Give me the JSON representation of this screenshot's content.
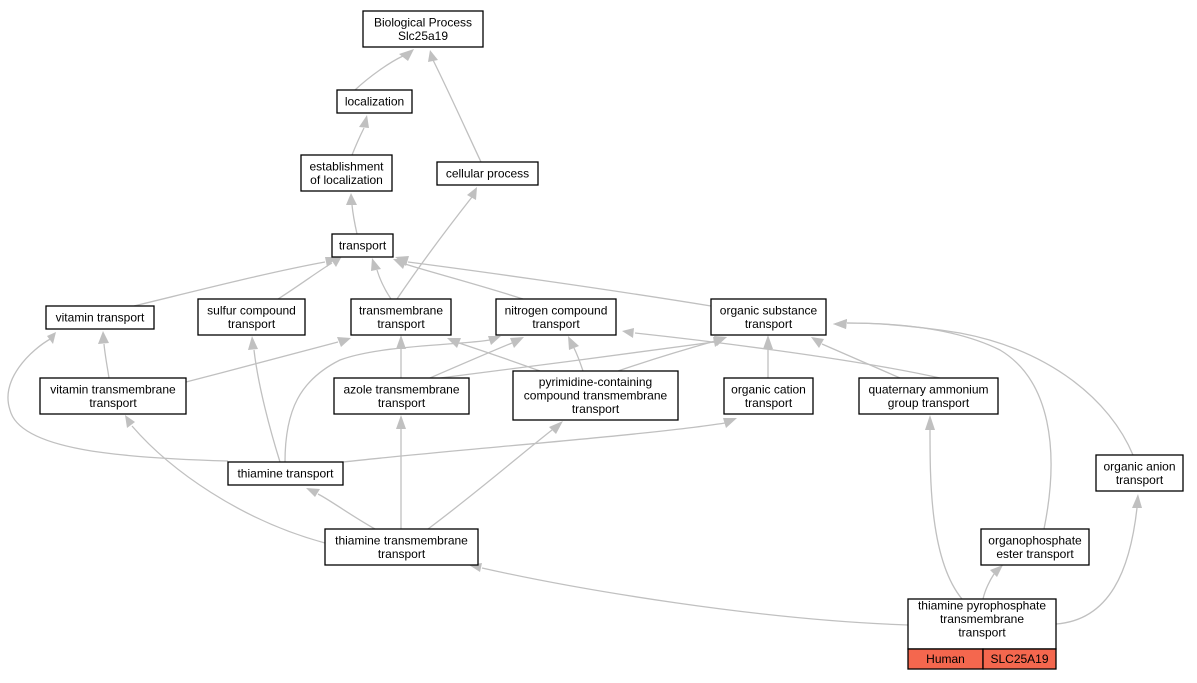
{
  "graph_title": "Biological Process",
  "accent_colors": {
    "badge": "#f4674e",
    "edge": "#c0c0c0"
  },
  "nodes": {
    "bp": {
      "lines": [
        "Biological Process",
        "Slc25a19"
      ]
    },
    "loc": {
      "lines": [
        "localization"
      ]
    },
    "est": {
      "lines": [
        "establishment",
        "of localization"
      ]
    },
    "cell": {
      "lines": [
        "cellular process"
      ]
    },
    "trans": {
      "lines": [
        "transport"
      ]
    },
    "vit": {
      "lines": [
        "vitamin transport"
      ]
    },
    "sulf": {
      "lines": [
        "sulfur compound",
        "transport"
      ]
    },
    "tm": {
      "lines": [
        "transmembrane",
        "transport"
      ]
    },
    "nit": {
      "lines": [
        "nitrogen compound",
        "transport"
      ]
    },
    "org": {
      "lines": [
        "organic substance",
        "transport"
      ]
    },
    "vtm": {
      "lines": [
        "vitamin transmembrane",
        "transport"
      ]
    },
    "azole": {
      "lines": [
        "azole transmembrane",
        "transport"
      ]
    },
    "pyr": {
      "lines": [
        "pyrimidine-containing",
        "compound transmembrane",
        "transport"
      ]
    },
    "ocat": {
      "lines": [
        "organic cation",
        "transport"
      ]
    },
    "quat": {
      "lines": [
        "quaternary ammonium",
        "group transport"
      ]
    },
    "thia": {
      "lines": [
        "thiamine transport"
      ]
    },
    "oan": {
      "lines": [
        "organic anion",
        "transport"
      ]
    },
    "thtm": {
      "lines": [
        "thiamine transmembrane",
        "transport"
      ]
    },
    "opes": {
      "lines": [
        "organophosphate",
        "ester transport"
      ]
    },
    "tpp": {
      "lines": [
        "thiamine pyrophosphate",
        "transmembrane",
        "transport"
      ]
    }
  },
  "annotation": {
    "species": "Human",
    "gene": "SLC25A19"
  }
}
